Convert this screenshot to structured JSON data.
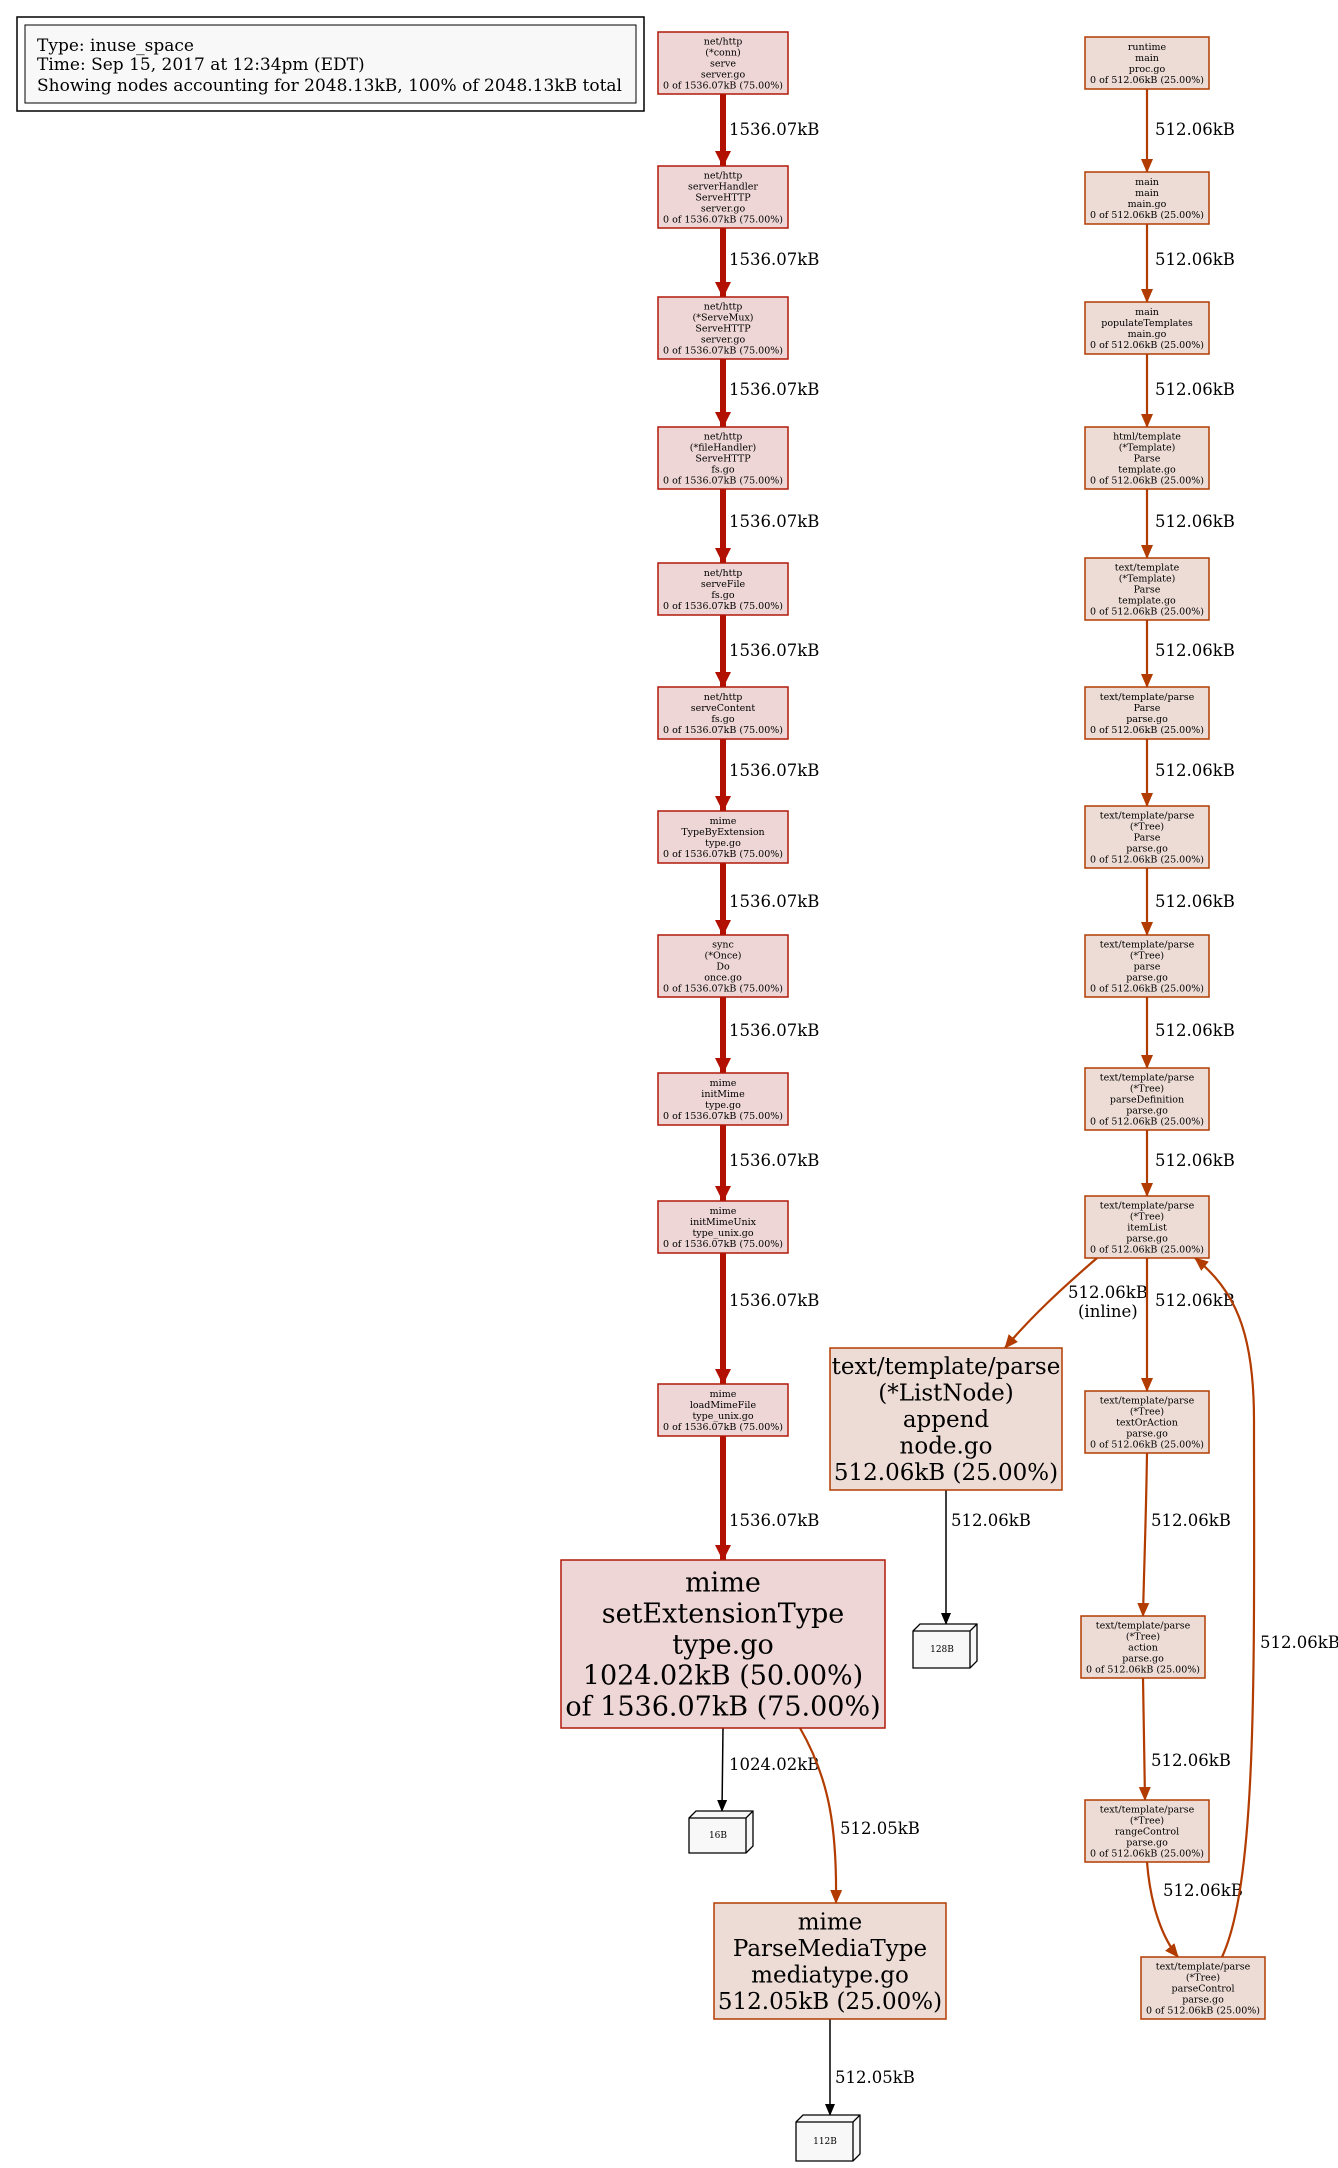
{
  "legend": {
    "lines": [
      "Type: inuse_space",
      "Time: Sep 15, 2017 at 12:34pm (EDT)",
      "Showing nodes accounting for 2048.13kB, 100% of 2048.13kB total"
    ]
  },
  "colors": {
    "red_fill": "#edd6d5",
    "red_stroke": "#b2180a",
    "red_edge": "#b21000",
    "orange_fill": "#eddcd5",
    "orange_stroke": "#b23c00",
    "orange_edge": "#b23c00",
    "leaf_fill": "#f8f8f8",
    "black": "#000000"
  },
  "nodes": [
    {
      "id": "n1",
      "group": "red",
      "lines": [
        "net/http",
        "(*conn)",
        "serve",
        "server.go",
        "0 of 1536.07kB (75.00%)"
      ]
    },
    {
      "id": "n2",
      "group": "red",
      "lines": [
        "net/http",
        "serverHandler",
        "ServeHTTP",
        "server.go",
        "0 of 1536.07kB (75.00%)"
      ]
    },
    {
      "id": "n3",
      "group": "red",
      "lines": [
        "net/http",
        "(*ServeMux)",
        "ServeHTTP",
        "server.go",
        "0 of 1536.07kB (75.00%)"
      ]
    },
    {
      "id": "n4",
      "group": "red",
      "lines": [
        "net/http",
        "(*fileHandler)",
        "ServeHTTP",
        "fs.go",
        "0 of 1536.07kB (75.00%)"
      ]
    },
    {
      "id": "n5",
      "group": "red",
      "lines": [
        "net/http",
        "serveFile",
        "fs.go",
        "0 of 1536.07kB (75.00%)"
      ]
    },
    {
      "id": "n6",
      "group": "red",
      "lines": [
        "net/http",
        "serveContent",
        "fs.go",
        "0 of 1536.07kB (75.00%)"
      ]
    },
    {
      "id": "n7",
      "group": "red",
      "lines": [
        "mime",
        "TypeByExtension",
        "type.go",
        "0 of 1536.07kB (75.00%)"
      ]
    },
    {
      "id": "n8",
      "group": "red",
      "lines": [
        "sync",
        "(*Once)",
        "Do",
        "once.go",
        "0 of 1536.07kB (75.00%)"
      ]
    },
    {
      "id": "n9",
      "group": "red",
      "lines": [
        "mime",
        "initMime",
        "type.go",
        "0 of 1536.07kB (75.00%)"
      ]
    },
    {
      "id": "n10",
      "group": "red",
      "lines": [
        "mime",
        "initMimeUnix",
        "type_unix.go",
        "0 of 1536.07kB (75.00%)"
      ]
    },
    {
      "id": "n11",
      "group": "red",
      "lines": [
        "mime",
        "loadMimeFile",
        "type_unix.go",
        "0 of 1536.07kB (75.00%)"
      ]
    },
    {
      "id": "n12",
      "group": "red",
      "lines": [
        "mime",
        "setExtensionType",
        "type.go",
        "1024.02kB (50.00%)",
        "of 1536.07kB (75.00%)"
      ]
    },
    {
      "id": "n13",
      "group": "orange",
      "lines": [
        "mime",
        "ParseMediaType",
        "mediatype.go",
        "512.05kB (25.00%)"
      ]
    },
    {
      "id": "o1",
      "group": "orange",
      "lines": [
        "runtime",
        "main",
        "proc.go",
        "0 of 512.06kB (25.00%)"
      ]
    },
    {
      "id": "o2",
      "group": "orange",
      "lines": [
        "main",
        "main",
        "main.go",
        "0 of 512.06kB (25.00%)"
      ]
    },
    {
      "id": "o3",
      "group": "orange",
      "lines": [
        "main",
        "populateTemplates",
        "main.go",
        "0 of 512.06kB (25.00%)"
      ]
    },
    {
      "id": "o4",
      "group": "orange",
      "lines": [
        "html/template",
        "(*Template)",
        "Parse",
        "template.go",
        "0 of 512.06kB (25.00%)"
      ]
    },
    {
      "id": "o5",
      "group": "orange",
      "lines": [
        "text/template",
        "(*Template)",
        "Parse",
        "template.go",
        "0 of 512.06kB (25.00%)"
      ]
    },
    {
      "id": "o6",
      "group": "orange",
      "lines": [
        "text/template/parse",
        "Parse",
        "parse.go",
        "0 of 512.06kB (25.00%)"
      ]
    },
    {
      "id": "o7",
      "group": "orange",
      "lines": [
        "text/template/parse",
        "(*Tree)",
        "Parse",
        "parse.go",
        "0 of 512.06kB (25.00%)"
      ]
    },
    {
      "id": "o8",
      "group": "orange",
      "lines": [
        "text/template/parse",
        "(*Tree)",
        "parse",
        "parse.go",
        "0 of 512.06kB (25.00%)"
      ]
    },
    {
      "id": "o9",
      "group": "orange",
      "lines": [
        "text/template/parse",
        "(*Tree)",
        "parseDefinition",
        "parse.go",
        "0 of 512.06kB (25.00%)"
      ]
    },
    {
      "id": "o10",
      "group": "orange",
      "lines": [
        "text/template/parse",
        "(*Tree)",
        "itemList",
        "parse.go",
        "0 of 512.06kB (25.00%)"
      ]
    },
    {
      "id": "o11",
      "group": "orange",
      "lines": [
        "text/template/parse",
        "(*ListNode)",
        "append",
        "node.go",
        "512.06kB (25.00%)"
      ]
    },
    {
      "id": "o12",
      "group": "orange",
      "lines": [
        "text/template/parse",
        "(*Tree)",
        "textOrAction",
        "parse.go",
        "0 of 512.06kB (25.00%)"
      ]
    },
    {
      "id": "o13",
      "group": "orange",
      "lines": [
        "text/template/parse",
        "(*Tree)",
        "action",
        "parse.go",
        "0 of 512.06kB (25.00%)"
      ]
    },
    {
      "id": "o14",
      "group": "orange",
      "lines": [
        "text/template/parse",
        "(*Tree)",
        "rangeControl",
        "parse.go",
        "0 of 512.06kB (25.00%)"
      ]
    },
    {
      "id": "o15",
      "group": "orange",
      "lines": [
        "text/template/parse",
        "(*Tree)",
        "parseControl",
        "parse.go",
        "0 of 512.06kB (25.00%)"
      ]
    },
    {
      "id": "l1",
      "group": "leaf",
      "lines": [
        "16B"
      ]
    },
    {
      "id": "l2",
      "group": "leaf",
      "lines": [
        "112B"
      ]
    },
    {
      "id": "l3",
      "group": "leaf",
      "lines": [
        "128B"
      ]
    }
  ],
  "edges": [
    {
      "from": "n1",
      "to": "n2",
      "label": [
        "1536.07kB"
      ]
    },
    {
      "from": "n2",
      "to": "n3",
      "label": [
        "1536.07kB"
      ]
    },
    {
      "from": "n3",
      "to": "n4",
      "label": [
        "1536.07kB"
      ]
    },
    {
      "from": "n4",
      "to": "n5",
      "label": [
        "1536.07kB"
      ]
    },
    {
      "from": "n5",
      "to": "n6",
      "label": [
        "1536.07kB"
      ]
    },
    {
      "from": "n6",
      "to": "n7",
      "label": [
        "1536.07kB"
      ]
    },
    {
      "from": "n7",
      "to": "n8",
      "label": [
        "1536.07kB"
      ]
    },
    {
      "from": "n8",
      "to": "n9",
      "label": [
        "1536.07kB"
      ]
    },
    {
      "from": "n9",
      "to": "n10",
      "label": [
        "1536.07kB"
      ]
    },
    {
      "from": "n10",
      "to": "n11",
      "label": [
        "1536.07kB"
      ]
    },
    {
      "from": "n11",
      "to": "n12",
      "label": [
        "1536.07kB"
      ]
    },
    {
      "from": "n12",
      "to": "l1",
      "label": [
        "1024.02kB"
      ]
    },
    {
      "from": "n12",
      "to": "n13",
      "label": [
        "512.05kB"
      ]
    },
    {
      "from": "n13",
      "to": "l2",
      "label": [
        "512.05kB"
      ]
    },
    {
      "from": "o1",
      "to": "o2",
      "label": [
        "512.06kB"
      ]
    },
    {
      "from": "o2",
      "to": "o3",
      "label": [
        "512.06kB"
      ]
    },
    {
      "from": "o3",
      "to": "o4",
      "label": [
        "512.06kB"
      ]
    },
    {
      "from": "o4",
      "to": "o5",
      "label": [
        "512.06kB"
      ]
    },
    {
      "from": "o5",
      "to": "o6",
      "label": [
        "512.06kB"
      ]
    },
    {
      "from": "o6",
      "to": "o7",
      "label": [
        "512.06kB"
      ]
    },
    {
      "from": "o7",
      "to": "o8",
      "label": [
        "512.06kB"
      ]
    },
    {
      "from": "o8",
      "to": "o9",
      "label": [
        "512.06kB"
      ]
    },
    {
      "from": "o9",
      "to": "o10",
      "label": [
        "512.06kB"
      ]
    },
    {
      "from": "o10",
      "to": "o11",
      "label": [
        "512.06kB",
        "(inline)"
      ]
    },
    {
      "from": "o10",
      "to": "o12",
      "label": [
        "512.06kB"
      ]
    },
    {
      "from": "o11",
      "to": "l3",
      "label": [
        "512.06kB"
      ]
    },
    {
      "from": "o12",
      "to": "o13",
      "label": [
        "512.06kB"
      ]
    },
    {
      "from": "o13",
      "to": "o14",
      "label": [
        "512.06kB"
      ]
    },
    {
      "from": "o14",
      "to": "o15",
      "label": [
        "512.06kB"
      ]
    },
    {
      "from": "o15",
      "to": "o10",
      "label": [
        "512.06kB"
      ]
    }
  ]
}
